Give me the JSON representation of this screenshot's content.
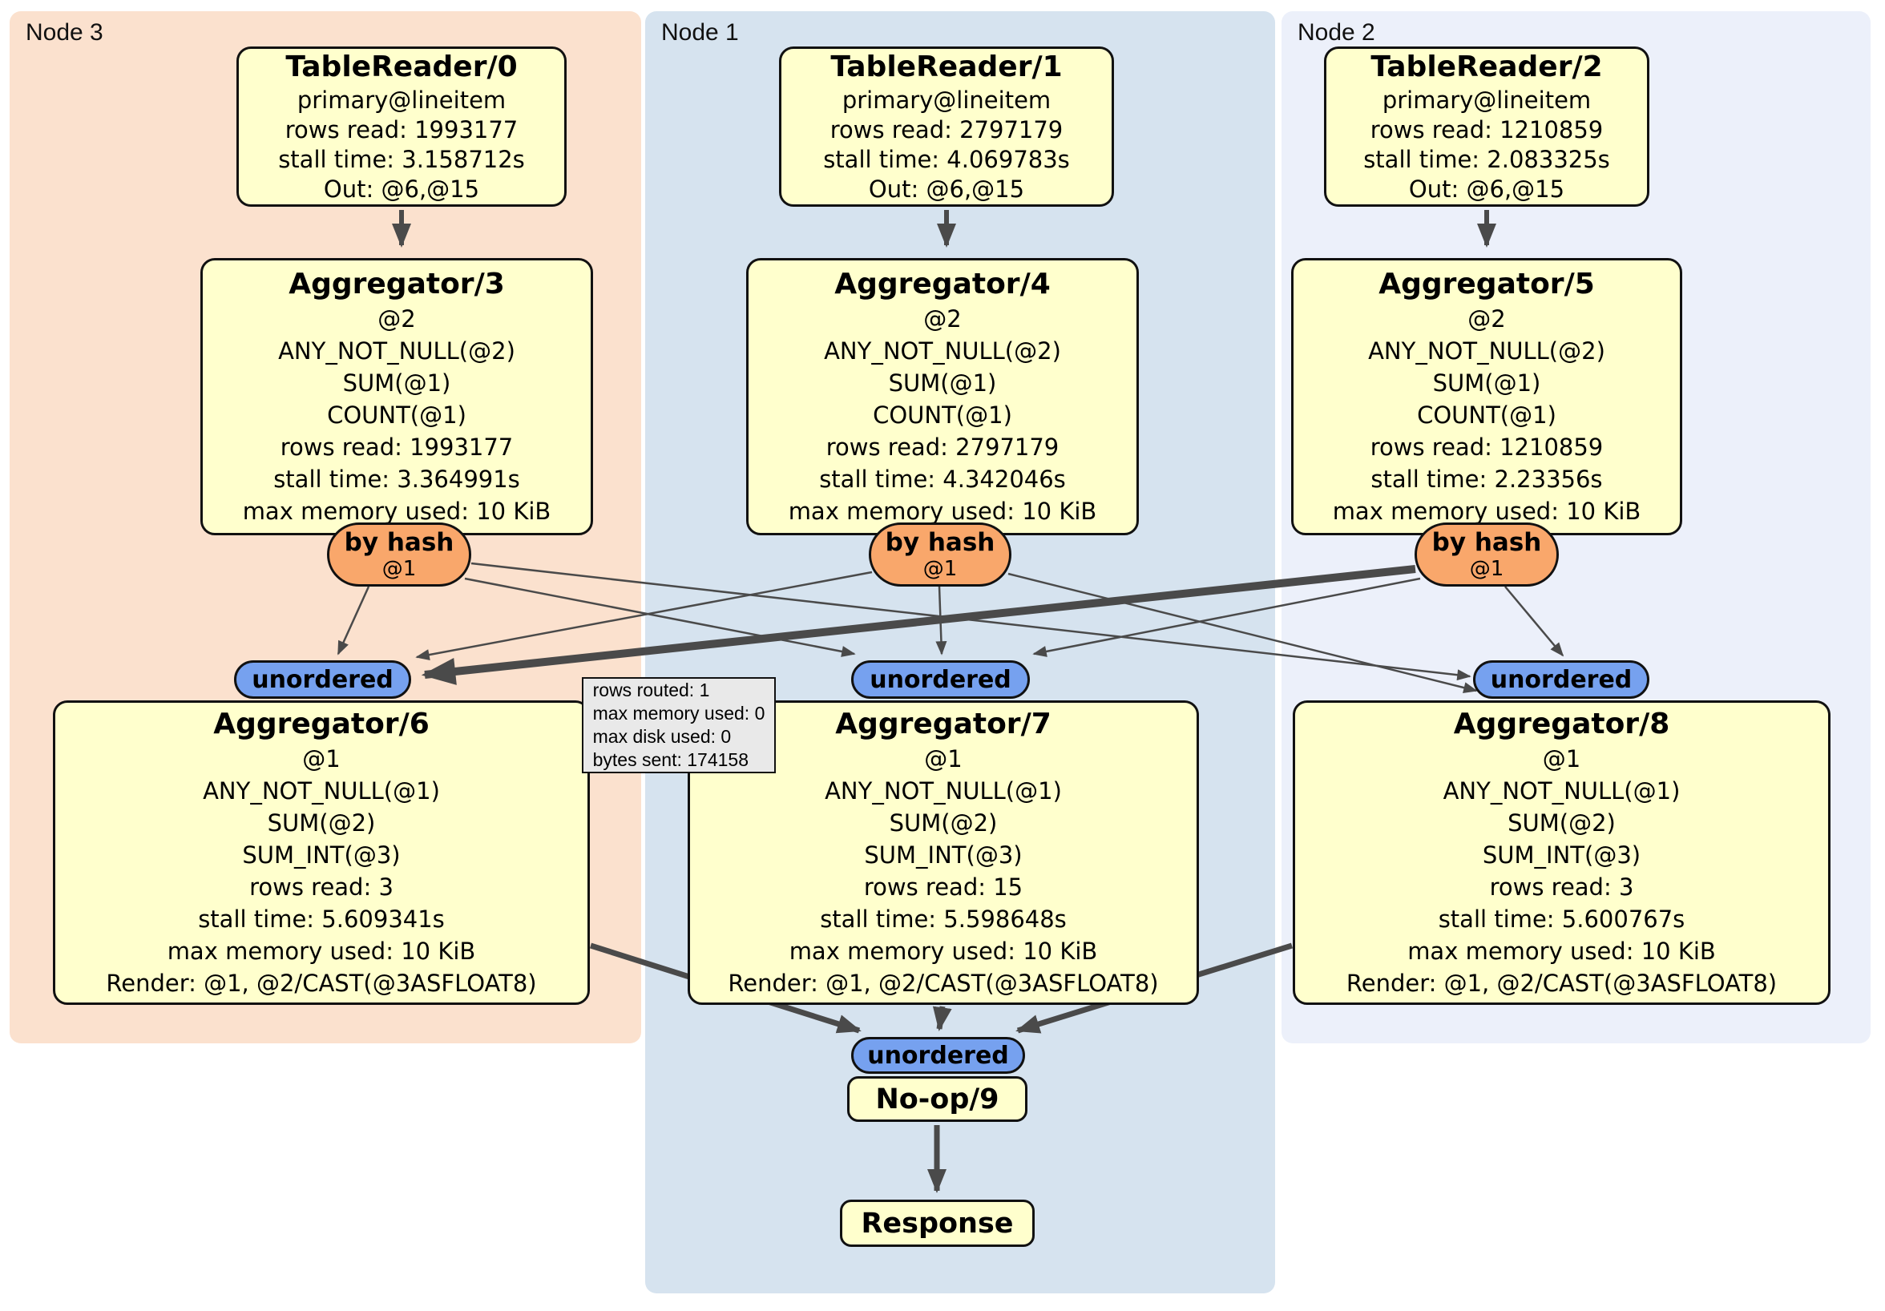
{
  "colors": {
    "node3_panel": "#fbe1ce",
    "node1_panel": "#d6e3ef",
    "node2_panel": "#ecf0fa",
    "processor_box": "#ffffcd",
    "router": "#f9a76b",
    "sync": "#76a1ef",
    "tooltip_bg": "#e9e9e9",
    "edge": "#4a4a4a"
  },
  "panels": {
    "node3": {
      "label": "Node 3"
    },
    "node1": {
      "label": "Node 1"
    },
    "node2": {
      "label": "Node 2"
    }
  },
  "processors": {
    "tr0": {
      "title": "TableReader/0",
      "lines": [
        "primary@lineitem",
        "rows read: 1993177",
        "stall time: 3.158712s",
        "Out: @6,@15"
      ]
    },
    "tr1": {
      "title": "TableReader/1",
      "lines": [
        "primary@lineitem",
        "rows read: 2797179",
        "stall time: 4.069783s",
        "Out: @6,@15"
      ]
    },
    "tr2": {
      "title": "TableReader/2",
      "lines": [
        "primary@lineitem",
        "rows read: 1210859",
        "stall time: 2.083325s",
        "Out: @6,@15"
      ]
    },
    "agg3": {
      "title": "Aggregator/3",
      "lines": [
        "@2",
        "ANY_NOT_NULL(@2)",
        "SUM(@1)",
        "COUNT(@1)",
        "rows read: 1993177",
        "stall time: 3.364991s",
        "max memory used: 10 KiB"
      ]
    },
    "agg4": {
      "title": "Aggregator/4",
      "lines": [
        "@2",
        "ANY_NOT_NULL(@2)",
        "SUM(@1)",
        "COUNT(@1)",
        "rows read: 2797179",
        "stall time: 4.342046s",
        "max memory used: 10 KiB"
      ]
    },
    "agg5": {
      "title": "Aggregator/5",
      "lines": [
        "@2",
        "ANY_NOT_NULL(@2)",
        "SUM(@1)",
        "COUNT(@1)",
        "rows read: 1210859",
        "stall time: 2.23356s",
        "max memory used: 10 KiB"
      ]
    },
    "agg6": {
      "title": "Aggregator/6",
      "lines": [
        "@1",
        "ANY_NOT_NULL(@1)",
        "SUM(@2)",
        "SUM_INT(@3)",
        "rows read: 3",
        "stall time: 5.609341s",
        "max memory used: 10 KiB",
        "Render: @1, @2/CAST(@3ASFLOAT8)"
      ]
    },
    "agg7": {
      "title": "Aggregator/7",
      "lines": [
        "@1",
        "ANY_NOT_NULL(@1)",
        "SUM(@2)",
        "SUM_INT(@3)",
        "rows read: 15",
        "stall time: 5.598648s",
        "max memory used: 10 KiB",
        "Render: @1, @2/CAST(@3ASFLOAT8)"
      ]
    },
    "agg8": {
      "title": "Aggregator/8",
      "lines": [
        "@1",
        "ANY_NOT_NULL(@1)",
        "SUM(@2)",
        "SUM_INT(@3)",
        "rows read: 3",
        "stall time: 5.600767s",
        "max memory used: 10 KiB",
        "Render: @1, @2/CAST(@3ASFLOAT8)"
      ]
    },
    "noop": {
      "title": "No-op/9"
    },
    "response": {
      "title": "Response"
    }
  },
  "routers": {
    "label": "by hash",
    "sub": "@1"
  },
  "syncs": {
    "label": "unordered"
  },
  "tooltip": {
    "lines": [
      "rows routed: 1",
      "max memory used: 0",
      "max disk used: 0",
      "bytes sent: 174158"
    ]
  }
}
